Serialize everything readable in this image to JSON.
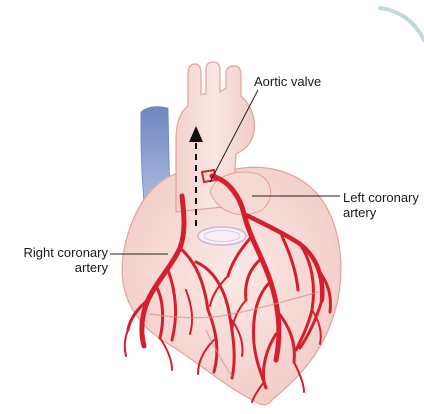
{
  "labels": {
    "aortic_valve": "Aortic valve",
    "left_coronary_line1": "Left coronary",
    "left_coronary_line2": "artery",
    "right_coronary_line1": "Right coronary",
    "right_coronary_line2": "artery"
  },
  "colors": {
    "artery": "#d4202e",
    "heart_fill": "#f7dcd8",
    "heart_outline": "#e0a39f",
    "vein": "#7d95c6",
    "leader_line": "#222222",
    "corner_accent": "#bfd9dc"
  }
}
